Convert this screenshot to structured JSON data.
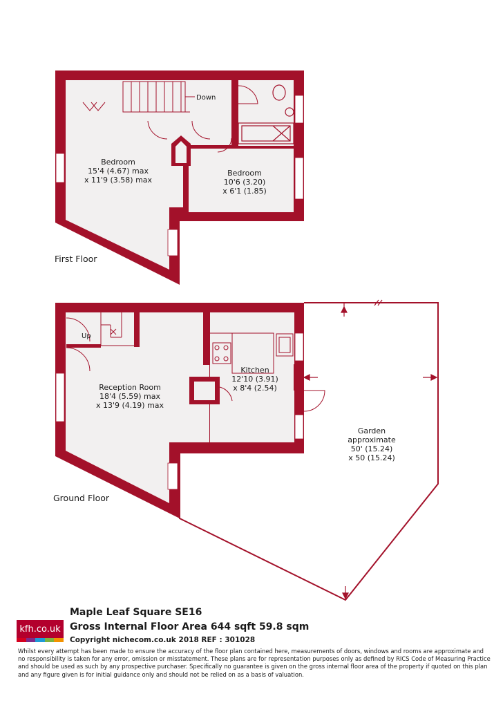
{
  "colors": {
    "wall": "#a3112a",
    "floor": "#f2f0f0",
    "garden_outline": "#a3112a"
  },
  "first_floor": {
    "label": "First Floor",
    "rooms": [
      {
        "name": "Bedroom",
        "dim1": "15'4 (4.67) max",
        "dim2": "x 11'9 (3.58) max"
      },
      {
        "name": "Bedroom",
        "dim1": "10'6 (3.20)",
        "dim2": "x 6'1 (1.85)"
      }
    ],
    "stairs_label": "Down"
  },
  "ground_floor": {
    "label": "Ground Floor",
    "stairs_label": "Up",
    "rooms": [
      {
        "name": "Reception Room",
        "dim1": "18'4 (5.59) max",
        "dim2": "x 13'9 (4.19) max"
      },
      {
        "name": "Kitchen",
        "dim1": "12'10 (3.91)",
        "dim2": "x 8'4 (2.54)"
      },
      {
        "name": "Garden",
        "dim0": "approximate",
        "dim1": "50' (15.24)",
        "dim2": "x 50 (15.24)"
      }
    ]
  },
  "footer": {
    "logo_text": "kfh.co.uk",
    "logo_bar_colors": [
      "#d4001f",
      "#7d2a8a",
      "#1f9bd7",
      "#7cb342",
      "#f39200"
    ],
    "address": "Maple Leaf Square  SE16",
    "area": "Gross Internal Floor Area 644 sqft 59.8 sqm",
    "copyright": "Copyright nichecom.co.uk 2018 REF : 301028",
    "disclaimer": "Whilst every attempt has been made to ensure the accuracy of the floor plan contained here, measurements of doors, windows and rooms are approximate and no responsibility is taken for any error, omission or misstatement.  These plans are for representation purposes only as defined by RICS Code of Measuring Practice and should be used as such by any prospective purchaser.  Specifically no guarantee is given on the gross internal floor area of the property if quoted on this plan and any figure given is for initial guidance only and should not be relied on as a basis of valuation."
  }
}
